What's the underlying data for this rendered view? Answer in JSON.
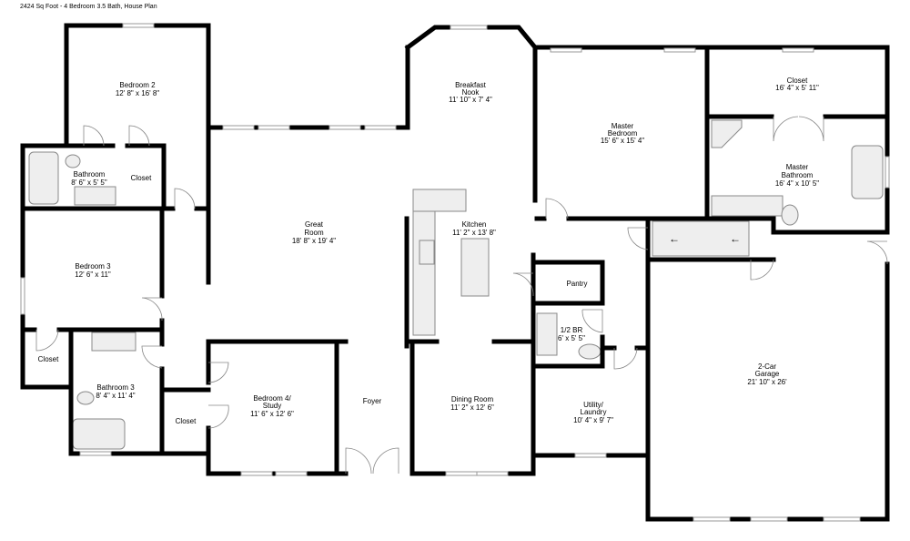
{
  "title": "2424 Sq Foot - 4 Bedroom 3.5 Bath, House Plan",
  "rooms": {
    "bedroom2": {
      "name": "Bedroom 2",
      "size": "12' 8\" x 16' 8\""
    },
    "bathroom": {
      "name": "Bathroom",
      "size": "8' 6\" x 5' 5\""
    },
    "closet_b2": {
      "name": "Closet"
    },
    "bedroom3": {
      "name": "Bedroom 3",
      "size": "12' 6\" x 11\""
    },
    "closet_b3": {
      "name": "Closet"
    },
    "bathroom3": {
      "name": "Bathroom 3",
      "size": "8' 4\" x 11' 4\""
    },
    "closet_hall": {
      "name": "Closet"
    },
    "great_room": {
      "name1": "Great",
      "name2": "Room",
      "size": "18' 8\" x 19' 4\""
    },
    "breakfast_nook": {
      "name1": "Breakfast",
      "name2": "Nook",
      "size": "11' 10\" x 7' 4\""
    },
    "kitchen": {
      "name": "Kitchen",
      "size": "11' 2\" x 13' 8\""
    },
    "bedroom4": {
      "name1": "Bedroom 4/",
      "name2": "Study",
      "size": "11' 6\" x 12' 6\""
    },
    "foyer": {
      "name": "Foyer"
    },
    "dining_room": {
      "name": "Dining Room",
      "size": "11' 2\" x 12' 6\""
    },
    "master_bedroom": {
      "name1": "Master",
      "name2": "Bedroom",
      "size": "15' 6\" x 15' 4\""
    },
    "closet_master": {
      "name": "Closet",
      "size": "16' 4\" x 5' 11\""
    },
    "master_bathroom": {
      "name1": "Master",
      "name2": "Bathroom",
      "size": "16' 4\" x 10' 5\""
    },
    "pantry": {
      "name": "Pantry"
    },
    "half_bath": {
      "name": "1/2 BR",
      "size": "6' x 5' 5\""
    },
    "utility": {
      "name1": "Utility/",
      "name2": "Laundry",
      "size": "10' 4\" x 9' 7\""
    },
    "garage": {
      "name1": "2-Car",
      "name2": "Garage",
      "size": "21' 10\" x 26'"
    }
  }
}
